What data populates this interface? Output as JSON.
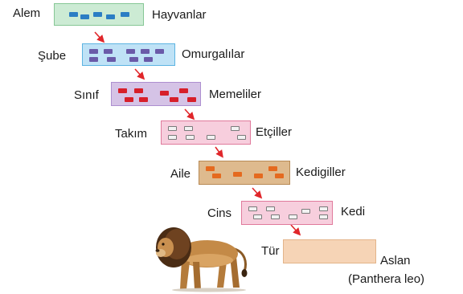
{
  "levels": [
    {
      "id": "alem",
      "rank": "Alem",
      "name": "Hayvanlar",
      "fill": "#ccebd4",
      "border": "#86c795",
      "cell": "#2b7ec4",
      "outline": false
    },
    {
      "id": "sube",
      "rank": "Şube",
      "name": "Omurgalılar",
      "fill": "#bfe2f6",
      "border": "#5db4e2",
      "cell": "#6a5aa8",
      "outline": false
    },
    {
      "id": "sinif",
      "rank": "Sınıf",
      "name": "Memeliler",
      "fill": "#d5c3e6",
      "border": "#ad8fd0",
      "cell": "#d71f2a",
      "outline": false
    },
    {
      "id": "takim",
      "rank": "Takım",
      "name": "Etçiller",
      "fill": "#f7cedd",
      "border": "#e07a9c",
      "cell": "#f2f2f2",
      "outline": true
    },
    {
      "id": "aile",
      "rank": "Aile",
      "name": "Kedigiller",
      "fill": "#deba8e",
      "border": "#b88a55",
      "cell": "#e56a1f",
      "outline": false
    },
    {
      "id": "cins",
      "rank": "Cins",
      "name": "Kedi",
      "fill": "#f7cedd",
      "border": "#e07a9c",
      "cell": "#f2f2f2",
      "outline": true
    },
    {
      "id": "tur",
      "rank": "Tür",
      "name": "Aslan",
      "fill": "#f6d4b6",
      "border": "#e3b48a",
      "cell": "#f2f2f2",
      "outline": false
    }
  ],
  "tur_extra": "(Panthera leo)",
  "arrow_color": "#e0262a"
}
